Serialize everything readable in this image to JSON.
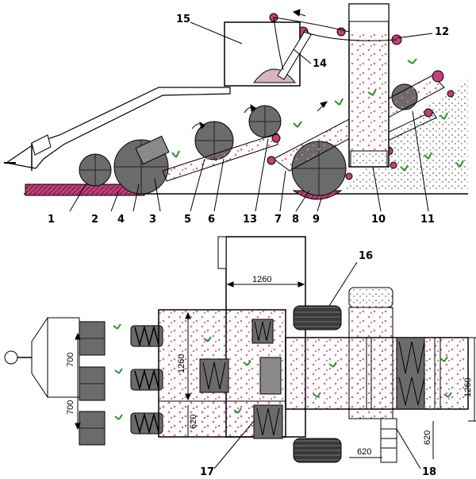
{
  "colors": {
    "line": "#000000",
    "roller": "#6b6b6b",
    "tire": "#3a3a3a",
    "soil": "#c2407a",
    "tuber": "#e6a0b0",
    "plant": "#2f8f2f",
    "hopper_fill": "#d9b2bf",
    "arrow": "#000000"
  },
  "side_view": {
    "labels": [
      {
        "id": "c1",
        "text": "1"
      },
      {
        "id": "c2",
        "text": "2"
      },
      {
        "id": "c3",
        "text": "3"
      },
      {
        "id": "c4",
        "text": "4"
      },
      {
        "id": "c5",
        "text": "5"
      },
      {
        "id": "c6",
        "text": "6"
      },
      {
        "id": "c7",
        "text": "7"
      },
      {
        "id": "c8",
        "text": "8"
      },
      {
        "id": "c9",
        "text": "9"
      },
      {
        "id": "c10",
        "text": "10"
      },
      {
        "id": "c11",
        "text": "11"
      },
      {
        "id": "c12",
        "text": "12"
      },
      {
        "id": "c13",
        "text": "13"
      },
      {
        "id": "c14",
        "text": "14"
      },
      {
        "id": "c15",
        "text": "15"
      }
    ]
  },
  "top_view": {
    "labels": [
      {
        "id": "c16",
        "text": "16"
      },
      {
        "id": "c17",
        "text": "17"
      },
      {
        "id": "c18",
        "text": "18"
      }
    ],
    "dimensions": [
      {
        "id": "d_1260_top",
        "text": "1260"
      },
      {
        "id": "d_1260_left",
        "text": "1260"
      },
      {
        "id": "d_1260_right",
        "text": "1260"
      },
      {
        "id": "d_700_a",
        "text": "700"
      },
      {
        "id": "d_700_b",
        "text": "700"
      },
      {
        "id": "d_620_left",
        "text": "620"
      },
      {
        "id": "d_620_bottom",
        "text": "620"
      },
      {
        "id": "d_620_right",
        "text": "620"
      }
    ]
  }
}
